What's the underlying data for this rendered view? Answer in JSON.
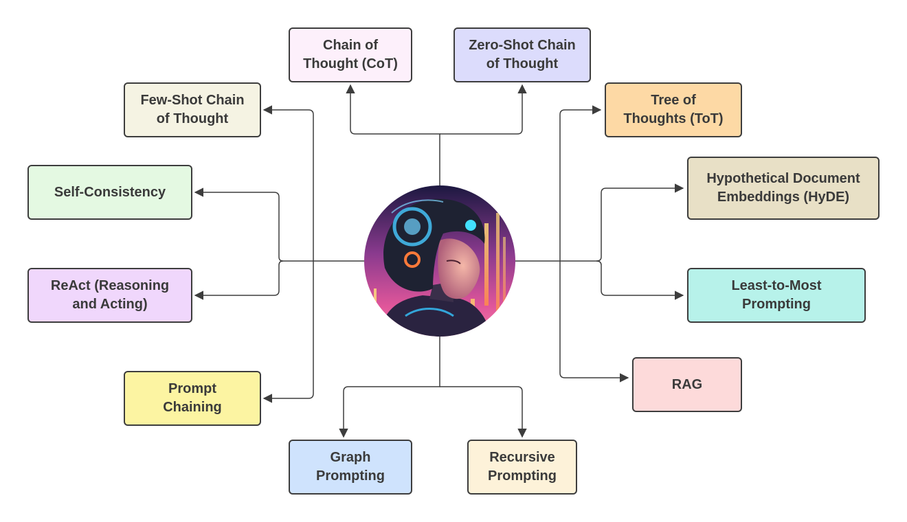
{
  "nodes": {
    "cot": {
      "label": "Chain of\nThought (CoT)",
      "color": "#fdf0fb"
    },
    "zero_shot_cot": {
      "label": "Zero-Shot Chain\nof Thought",
      "color": "#dcdcfc"
    },
    "few_shot_cot": {
      "label": "Few-Shot Chain\nof Thought",
      "color": "#f5f3e3"
    },
    "tot": {
      "label": "Tree of\nThoughts (ToT)",
      "color": "#fdd9a5"
    },
    "self_consistency": {
      "label": "Self-Consistency",
      "color": "#e4f9e2"
    },
    "hyde": {
      "label": "Hypothetical Document\nEmbeddings (HyDE)",
      "color": "#e8e0c6"
    },
    "react": {
      "label": "ReAct (Reasoning\nand Acting)",
      "color": "#f0d7fc"
    },
    "least_to_most": {
      "label": "Least-to-Most\nPrompting",
      "color": "#b7f2ea"
    },
    "prompt_chaining": {
      "label": "Prompt\nChaining",
      "color": "#fcf4a2"
    },
    "rag": {
      "label": "RAG",
      "color": "#fddada"
    },
    "graph_prompting": {
      "label": "Graph\nPrompting",
      "color": "#cfe3fd"
    },
    "recursive_prompting": {
      "label": "Recursive\nPrompting",
      "color": "#fdf2d9"
    }
  },
  "colors": {
    "line": "#3d3d3d"
  },
  "hub": {
    "icon": "robot-woman-portrait-icon"
  }
}
